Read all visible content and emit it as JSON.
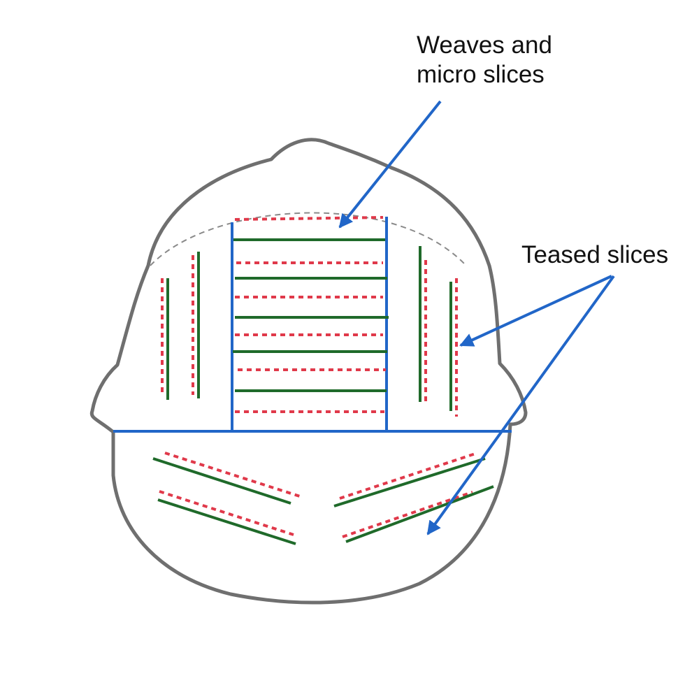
{
  "labels": {
    "weaves_line1": "Weaves and",
    "weaves_line2": "micro slices",
    "teased": "Teased slices"
  },
  "colors": {
    "outline": "#6f6f6f",
    "hairline": "#8a8a8a",
    "section": "#2166c8",
    "arrow": "#2166c8",
    "solid_slice": "#1f6a2a",
    "dotted_slice": "#e0394a",
    "text": "#111111"
  },
  "icons": {
    "head": "head-outline-top-view",
    "arrow": "arrow-pointer"
  }
}
